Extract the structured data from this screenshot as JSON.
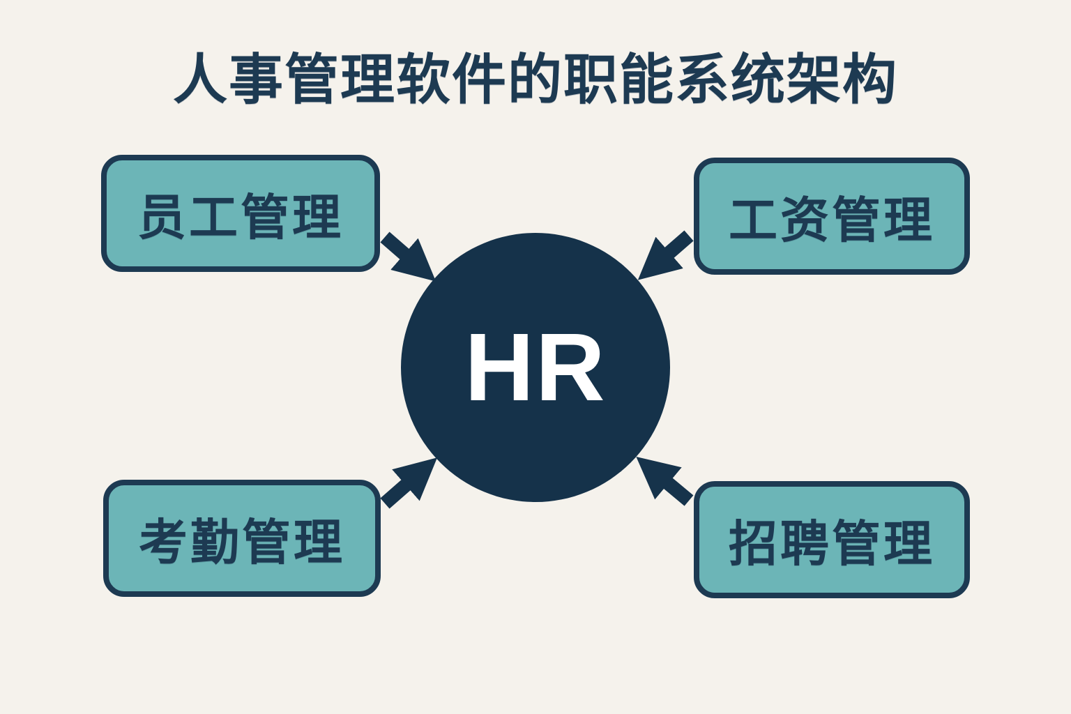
{
  "title": "人事管理软件的职能系统架构",
  "center": {
    "label": "HR"
  },
  "nodes": [
    {
      "id": "employee-management",
      "label": "员工管理",
      "position": "top-left"
    },
    {
      "id": "salary-management",
      "label": "工资管理",
      "position": "top-right"
    },
    {
      "id": "attendance-management",
      "label": "考勤管理",
      "position": "bottom-left"
    },
    {
      "id": "recruitment-management",
      "label": "招聘管理",
      "position": "bottom-right"
    }
  ],
  "arrows": [
    {
      "from": "employee-management",
      "to": "HR"
    },
    {
      "from": "salary-management",
      "to": "HR"
    },
    {
      "from": "attendance-management",
      "to": "HR"
    },
    {
      "from": "recruitment-management",
      "to": "HR"
    }
  ],
  "colors": {
    "background": "#f5f2ec",
    "box_fill": "#6cb5b7",
    "box_border": "#1d3a52",
    "circle_fill": "#15324a",
    "text_dark": "#1d3a52",
    "center_text": "#ffffff",
    "arrow": "#16334b"
  }
}
